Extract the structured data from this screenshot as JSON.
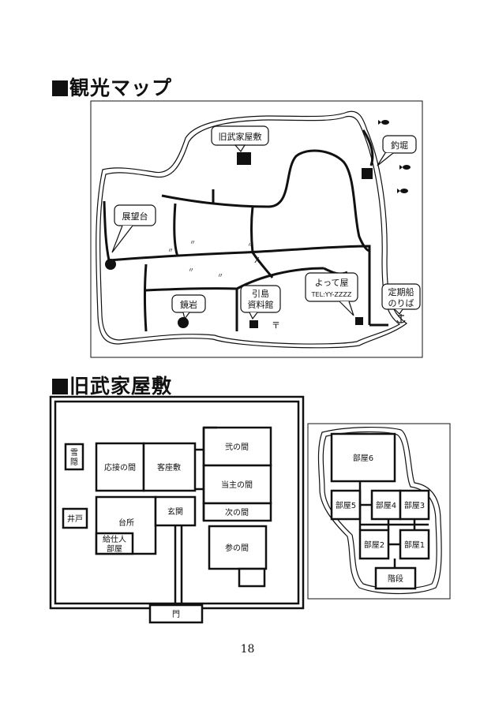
{
  "titles": {
    "map": "観光マップ",
    "house": "旧武家屋敷"
  },
  "map": {
    "labels": {
      "samurai_house": "旧武家屋敷",
      "fishing_spot": "釣堀",
      "observatory": "展望台",
      "kagami_rock": "鏡岩",
      "museum_line1": "引島",
      "museum_line2": "資料館",
      "shop_name": "よって屋",
      "shop_tel": "TEL:YY-ZZZZ",
      "ferry_line1": "定期船",
      "ferry_line2": "のりば",
      "x_mark": "X",
      "post_mark": "〒"
    }
  },
  "house": {
    "rooms": {
      "storehouse_1": "雪",
      "storehouse_2": "隠",
      "well": "井戸",
      "reception": "応接の間",
      "guest_room": "客座敷",
      "second_room": "弐の間",
      "master_room": "当主の間",
      "next_room": "次の間",
      "kitchen": "台所",
      "entrance": "玄関",
      "servant_1": "給仕人",
      "servant_2": "部屋",
      "third_room": "参の間",
      "gate": "門"
    },
    "annex": {
      "room6": "部屋6",
      "room5": "部屋5",
      "room4": "部屋4",
      "room3": "部屋3",
      "room2": "部屋2",
      "room1": "部屋1",
      "stairs": "階段"
    }
  },
  "page_number": "18"
}
